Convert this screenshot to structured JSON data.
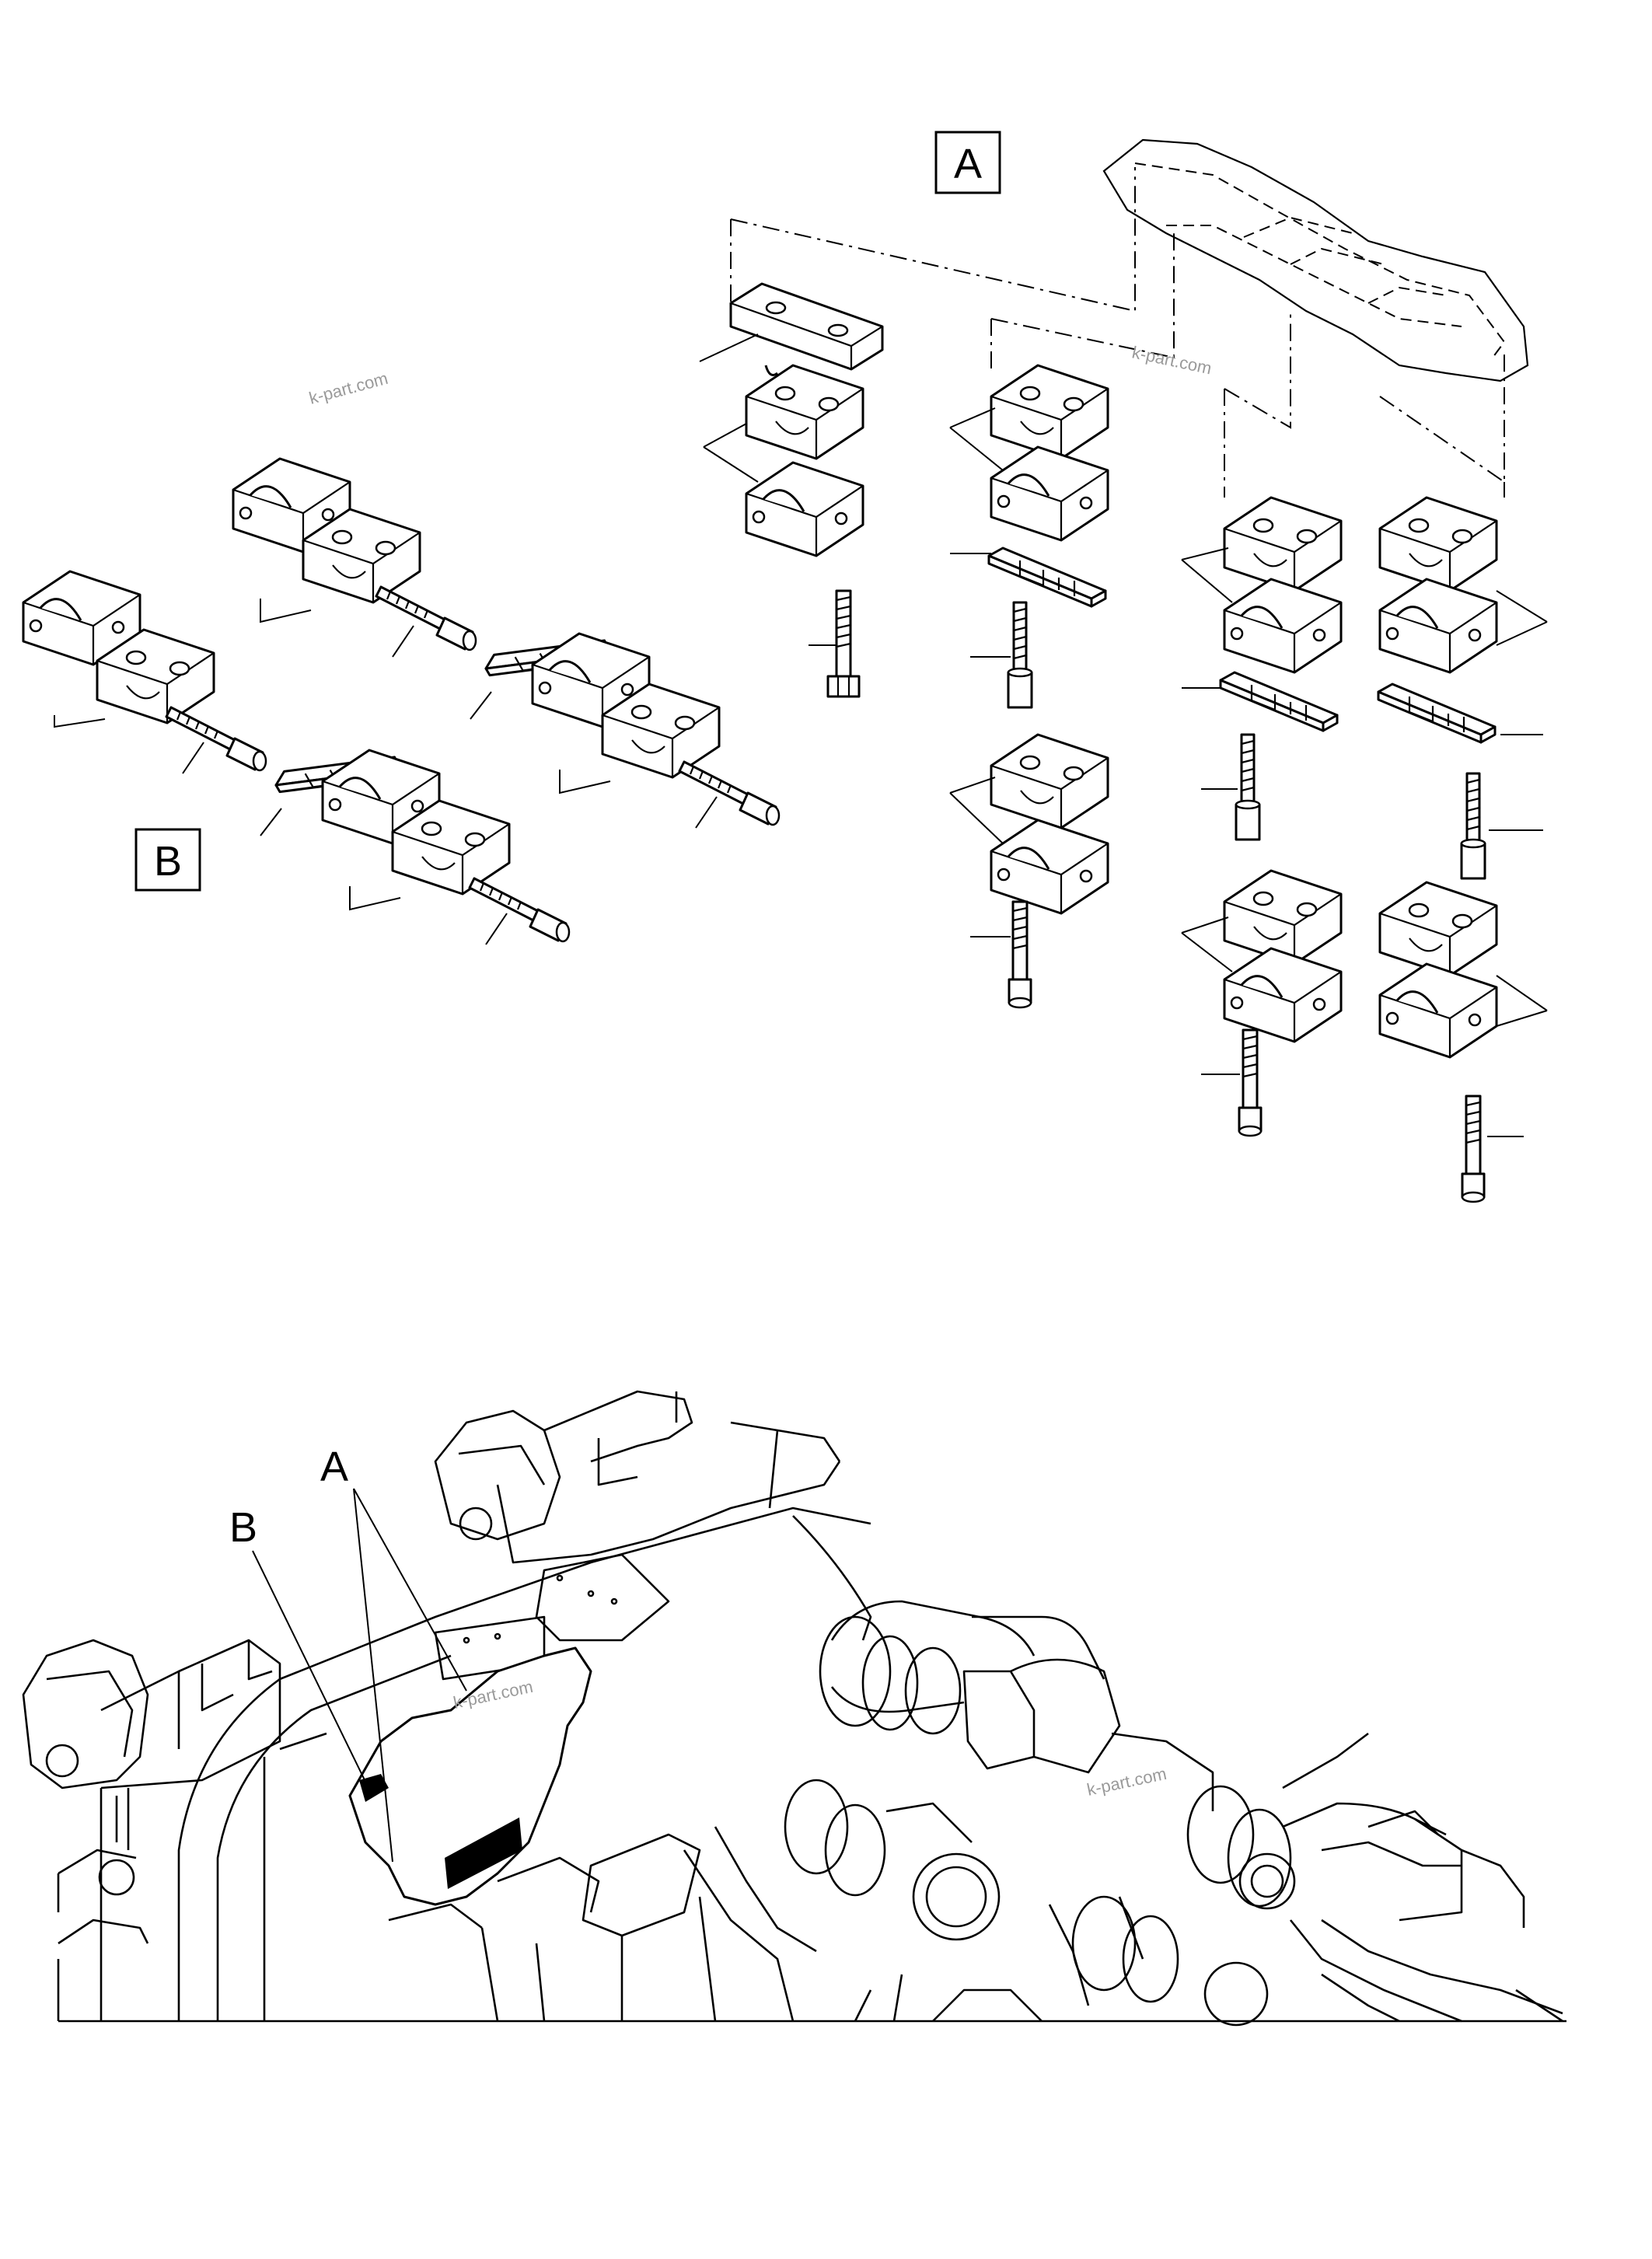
{
  "callouts": {
    "box_a": "A",
    "box_b": "B",
    "view_a": "A",
    "view_b": "B"
  },
  "watermark": "k-part.com",
  "colors": {
    "line": "#000000",
    "background": "#ffffff",
    "watermark": "#9a9a9a"
  }
}
